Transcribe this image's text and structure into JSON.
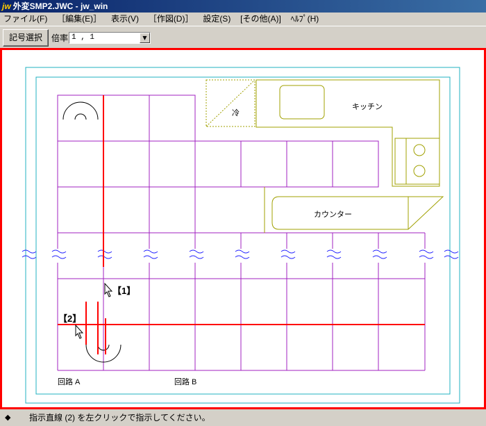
{
  "window": {
    "app_mark": "jw",
    "title": "外変SMP2.JWC - jw_win"
  },
  "menu": [
    {
      "label": "ファイル(F)"
    },
    {
      "label": "［編集(E)］"
    },
    {
      "label": "表示(V)"
    },
    {
      "label": "［作図(D)］"
    },
    {
      "label": "設定(S)"
    },
    {
      "label": "[その他(A)]"
    },
    {
      "label": "ﾍﾙﾌﾟ(H)"
    }
  ],
  "toolbar": {
    "symbol_select_label": "記号選択",
    "scale_label": "倍率",
    "scale_value": "1 , 1"
  },
  "drawing": {
    "refrigerator_label": "冷",
    "kitchen_label": "キッチン",
    "counter_label": "カウンター",
    "marker1": "【1】",
    "marker2": "【2】",
    "circuit_a": "回路 A",
    "circuit_b": "回路 B",
    "colors": {
      "grid": "#a020c0",
      "fixture": "#a0a000",
      "border": "#20b0c0",
      "highlight": "#ff0000",
      "break_line": "#2020ff"
    }
  },
  "status": {
    "bullet": "◆",
    "message": "指示直線 (2) を左クリックで指示してください。"
  }
}
